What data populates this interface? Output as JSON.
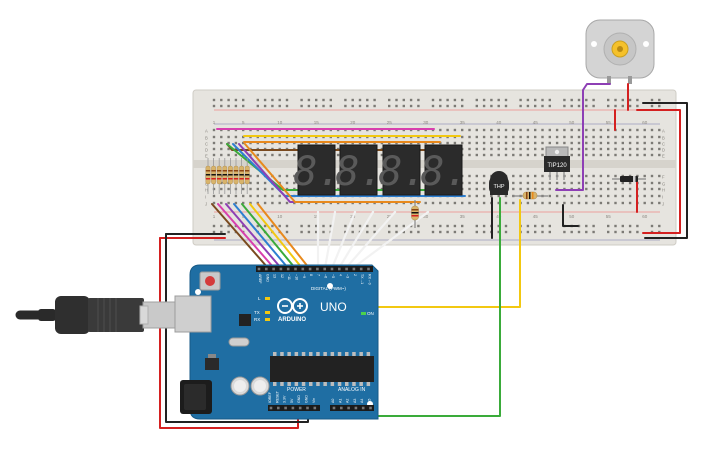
{
  "breadboard": {
    "column_numbers": [
      "1",
      "5",
      "10",
      "15",
      "20",
      "25",
      "30",
      "35",
      "40",
      "45",
      "50",
      "55",
      "60"
    ],
    "row_letters_top": [
      "A",
      "B",
      "C",
      "D",
      "E"
    ],
    "row_letters_bottom": [
      "F",
      "G",
      "H",
      "I",
      "J"
    ]
  },
  "components": {
    "display_count": 4,
    "display_digit": "8.",
    "thermistor_label": "THP",
    "transistor_label": "TIP120"
  },
  "arduino": {
    "logo_text": "ARDUINO",
    "model": "UNO",
    "digital_label": "DIGITAL (PWM~)",
    "on_label": "ON",
    "l_label": "L",
    "tx_label": "TX",
    "rx_label": "RX",
    "power_label": "POWER",
    "analog_label": "ANALOG IN",
    "digital_pins": [
      "AREF",
      "GND",
      "13",
      "12",
      "~11",
      "~10",
      "~9",
      "8",
      "7",
      "~6",
      "~5",
      "4",
      "~3",
      "2",
      "TX→1",
      "RX←0"
    ],
    "power_pins": [
      "IOREF",
      "RESET",
      "3.3V",
      "5V",
      "GND",
      "GND",
      "Vin"
    ],
    "analog_pins": [
      "A0",
      "A1",
      "A2",
      "A3",
      "A4",
      "A5"
    ]
  },
  "colors": {
    "board_blue": "#1f6ea3",
    "breadboard": "#e6e4df",
    "wire_red": "#d42020",
    "wire_black": "#222222",
    "wire_yellow": "#f2c811",
    "wire_green": "#3aab3a",
    "wire_purple": "#8e3fb5",
    "wire_orange": "#e8891c",
    "wire_brown": "#7a4a1f",
    "wire_blue": "#2d7fd1",
    "wire_pink": "#d83fae",
    "wire_white": "#f2f2f2"
  }
}
